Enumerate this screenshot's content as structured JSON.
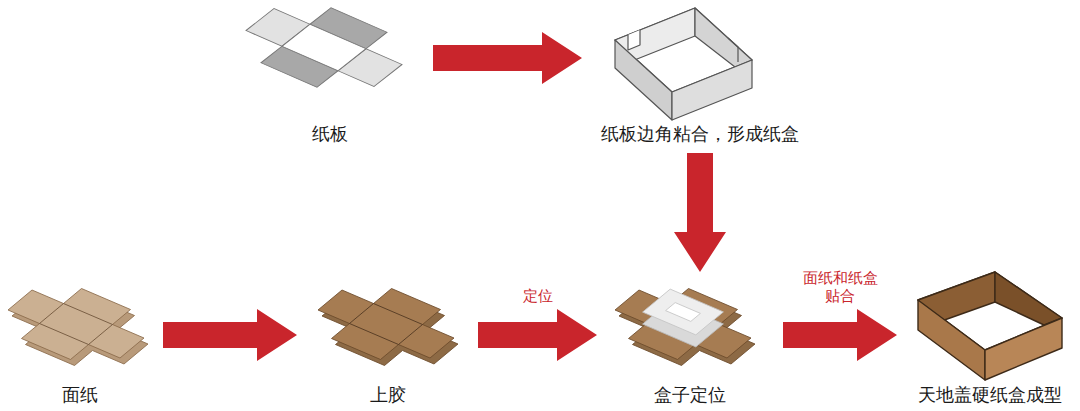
{
  "diagram": {
    "nodes": [
      {
        "text": [
          "纸板"
        ]
      },
      {
        "text": [
          "纸板边角粘合，形成纸盒"
        ]
      },
      {
        "text": [
          "面纸"
        ]
      },
      {
        "text": [
          "上胶"
        ]
      },
      {
        "text": [
          "盒子定位"
        ]
      },
      {
        "text": [
          "天地盖硬纸盒成型"
        ]
      }
    ],
    "edges": [
      {
        "from": 0,
        "to": 1,
        "arrow": "to"
      },
      {
        "from": 1,
        "to": 4,
        "arrow": "to"
      },
      {
        "from": 2,
        "to": 3,
        "arrow": "to"
      },
      {
        "from": 3,
        "to": 4,
        "label": "定位",
        "arrow": "to"
      },
      {
        "from": 4,
        "to": 5,
        "label": "面纸和纸盒 贴合",
        "arrow": "to"
      }
    ]
  }
}
